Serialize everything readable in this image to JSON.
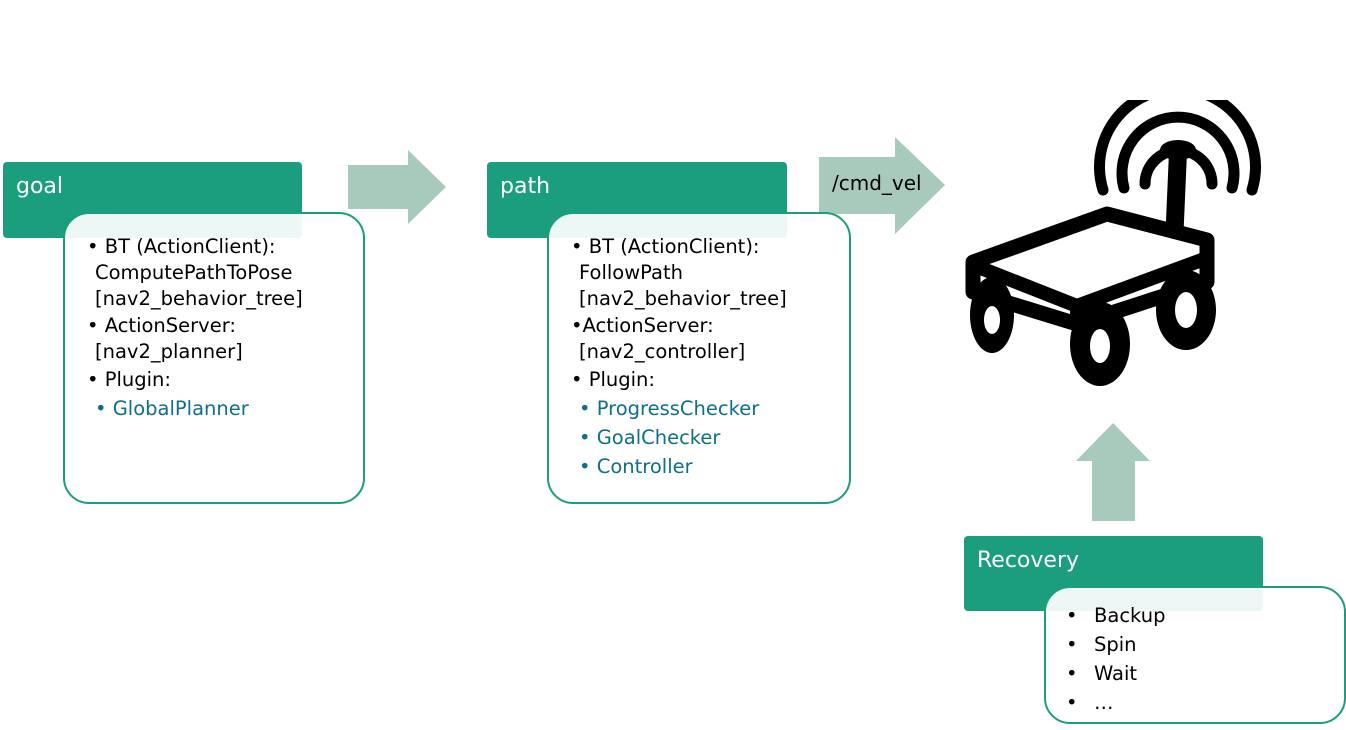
{
  "colors": {
    "header_bg": "#1a9e7e",
    "card_border": "#1a9e7e",
    "arrow": "#a8cabd",
    "subitem_text": "#0f6e8a"
  },
  "goal": {
    "title": "goal",
    "lines": [
      "• BT (ActionClient):",
      "ComputePathToPose",
      "[nav2_behavior_tree]",
      "• ActionServer:",
      "[nav2_planner]",
      "• Plugin:"
    ],
    "plugins": [
      "• GlobalPlanner"
    ]
  },
  "path": {
    "title": "path",
    "lines": [
      "• BT (ActionClient):",
      "FollowPath",
      "[nav2_behavior_tree]",
      "•ActionServer:",
      "[nav2_controller]",
      "• Plugin:"
    ],
    "plugins": [
      "• ProgressChecker",
      "• GoalChecker",
      "• Controller"
    ]
  },
  "cmd_vel_label": "/cmd_vel",
  "recovery": {
    "title": "Recovery",
    "bullet": "•",
    "items": [
      "Backup",
      "Spin",
      "Wait",
      "…"
    ]
  },
  "icons": [
    "arrow-right-icon",
    "arrow-up-icon",
    "robot-icon",
    "signal-icon"
  ]
}
